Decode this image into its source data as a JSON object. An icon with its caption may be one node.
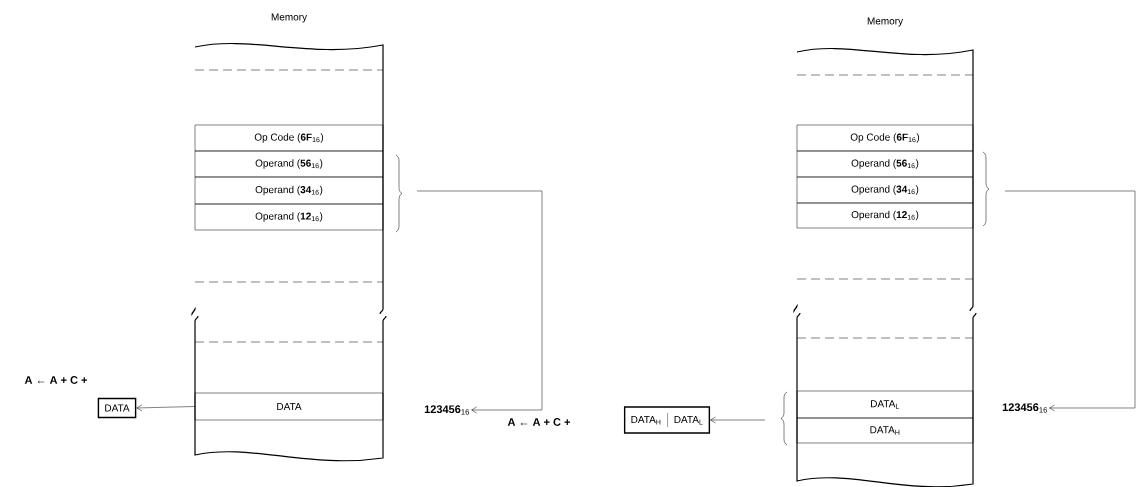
{
  "diagram": {
    "nodes": [
      {
        "text": [
          "Memory"
        ]
      },
      {
        "text": [
          "Op Code (**6F**$_{16}$)"
        ],
        "in": 0
      },
      {
        "text": [
          "Operand (**56**$_{16}$)"
        ],
        "in": 0
      },
      {
        "text": [
          "Operand (**34**$_{16}$)"
        ],
        "in": 0
      },
      {
        "text": [
          "Operand (**12**$_{16}$)"
        ],
        "in": 0
      },
      {
        "text": [
          "DATA"
        ],
        "in": 0
      },
      {
        "text": [
          "DATA"
        ]
      },
      {
        "text": [
          "**123456**$_{16}$"
        ]
      },
      {
        "text": [
          "Memory"
        ]
      },
      {
        "text": [
          "Op Code (**6F**$_{16}$)"
        ],
        "in": 8
      },
      {
        "text": [
          "Operand (**56**$_{16}$)"
        ],
        "in": 8
      },
      {
        "text": [
          "Operand (**34**$_{16}$)"
        ],
        "in": 8
      },
      {
        "text": [
          "Operand (**12**$_{16}$)"
        ],
        "in": 8
      },
      {
        "text": [
          "DATA$_{L}$"
        ],
        "in": 8
      },
      {
        "text": [
          "DATA$_{H}$"
        ],
        "in": 8
      },
      {
        "text": [
          "DATA$_{H}$",
          "DATA$_{L}$"
        ]
      },
      {
        "text": [
          "**123456**$_{16}$"
        ]
      }
    ],
    "edges": [
      {
        "from": null,
        "to": 7,
        "arrow": "to"
      },
      {
        "from": 5,
        "to": 6,
        "arrow": "to"
      },
      {
        "from": null,
        "to": 16,
        "arrow": "to"
      },
      {
        "from": null,
        "to": 15,
        "arrow": "to"
      }
    ],
    "labels": [
      "A ← A + C +",
      "A ← A + C +"
    ]
  }
}
